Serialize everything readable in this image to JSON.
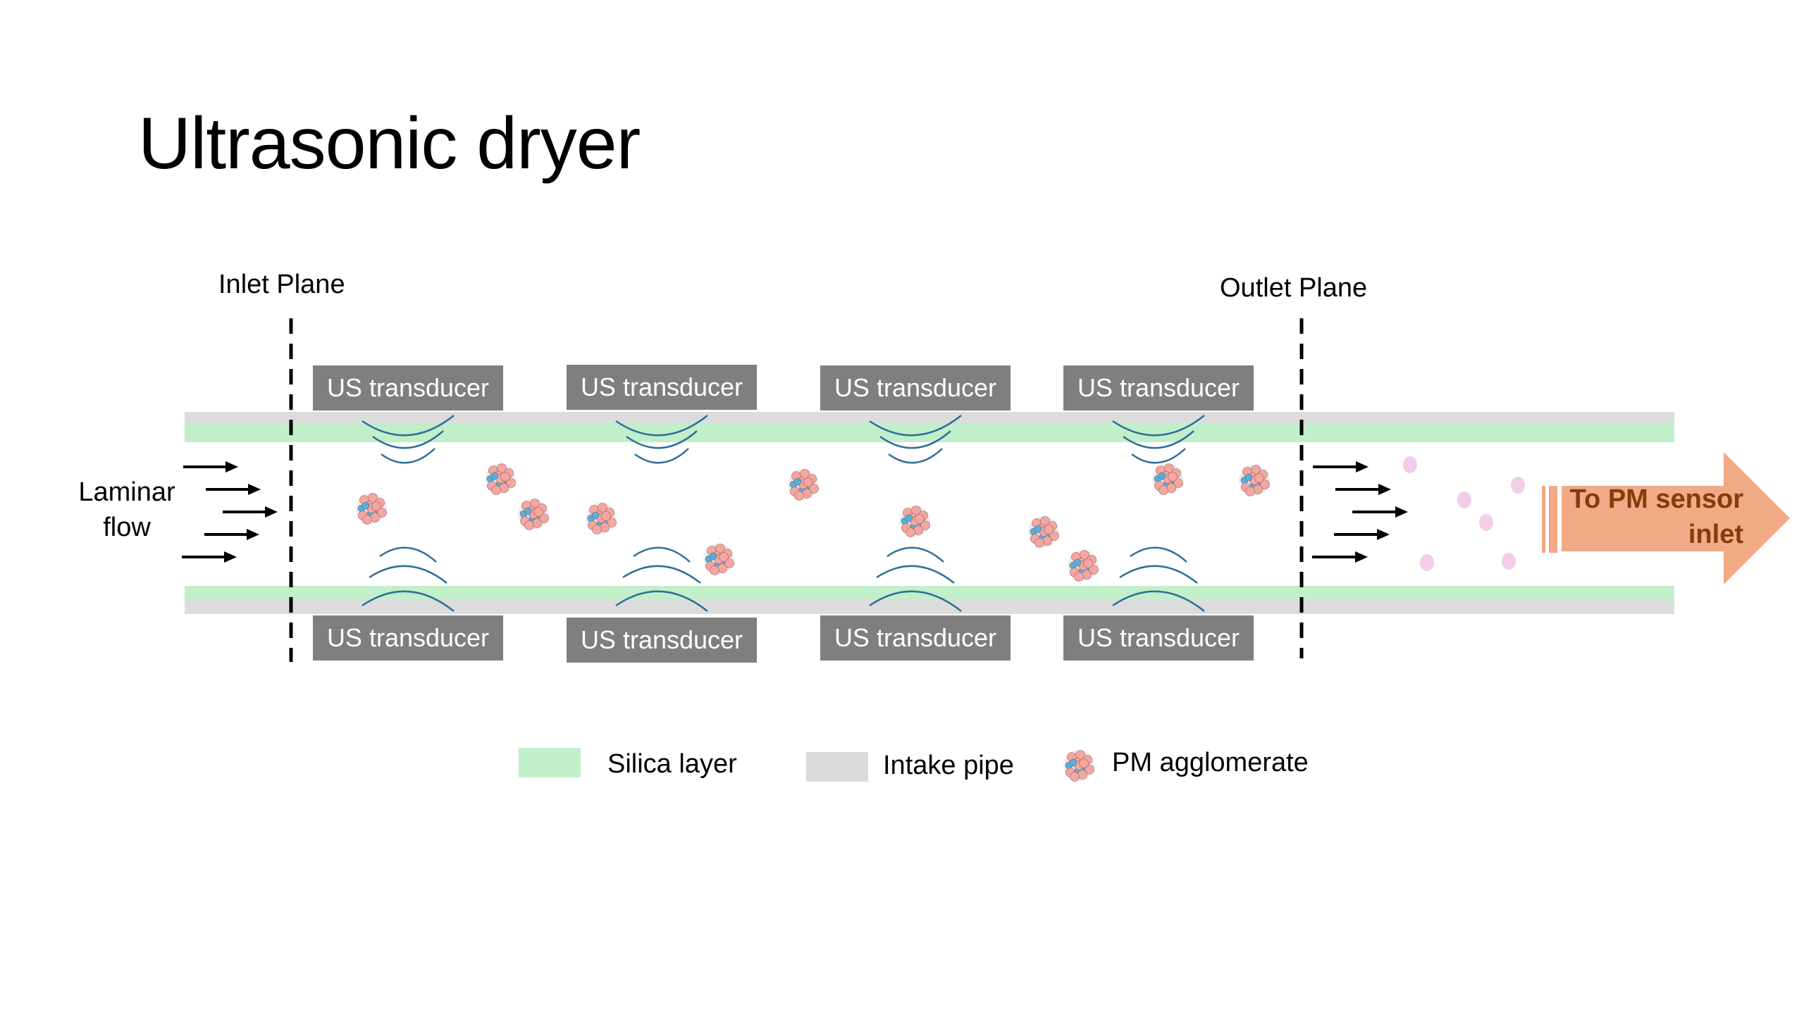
{
  "title": "Ultrasonic dryer",
  "planes": {
    "inlet_label": "Inlet Plane",
    "outlet_label": "Outlet Plane"
  },
  "flow": {
    "label_line1": "Laminar",
    "label_line2": "flow"
  },
  "transducers": {
    "top": [
      "US transducer",
      "US transducer",
      "US transducer",
      "US transducer"
    ],
    "bottom": [
      "US transducer",
      "US transducer",
      "US transducer",
      "US transducer"
    ]
  },
  "output_arrow": {
    "line1": "To PM sensor",
    "line2": "inlet"
  },
  "legend": [
    {
      "label": "Silica layer",
      "swatch": "green-swatch"
    },
    {
      "label": "Intake pipe",
      "swatch": "grey-swatch"
    },
    {
      "label": "PM agglomerate",
      "swatch": "pm-agglomerate-icon"
    }
  ],
  "colors": {
    "silica": "#c1efca",
    "pipe": "#dcdcdc",
    "transducer": "#7f7f7f",
    "wave": "#2f6f95",
    "arrow": "#f2a985",
    "arrow_text": "#843c0c",
    "particle_pink": "#f2a7a0",
    "particle_blue": "#4fb2e0",
    "dried_particle": "#f2cdea"
  }
}
